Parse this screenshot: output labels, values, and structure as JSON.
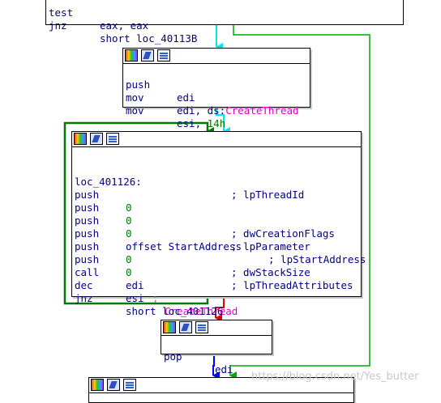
{
  "blocks": {
    "b0": {
      "lines": [
        {
          "mn": "test",
          "op": "eax, eax"
        },
        {
          "mn": "jnz",
          "op": "short loc_40113B"
        }
      ]
    },
    "b1": {
      "l1": {
        "mn": "push",
        "op": "edi"
      },
      "l2": {
        "mn": "mov",
        "op1": "edi, ds:",
        "op2": "CreateThread"
      },
      "l3": {
        "mn": "mov",
        "op1": "esi, ",
        "op2": "14h"
      }
    },
    "b2": {
      "label": "loc_401126:",
      "label_comment": "; lpThreadId",
      "rows": [
        {
          "mn": "push",
          "op": "0",
          "cm": ""
        },
        {
          "mn": "push",
          "op": "0",
          "cm": "; dwCreationFlags"
        },
        {
          "mn": "push",
          "op": "0",
          "cm": "; lpParameter"
        },
        {
          "mn": "push",
          "op": "offset StartAddress",
          "cm": "; lpStartAddress"
        },
        {
          "mn": "push",
          "op": "0",
          "cm": "; dwStackSize"
        },
        {
          "mn": "push",
          "op": "0",
          "cm": "; lpThreadAttributes"
        }
      ],
      "call": {
        "mn": "call",
        "op": "edi",
        "sep": ";",
        "fn": "CreateThread"
      },
      "dec": {
        "mn": "dec",
        "op": "esi"
      },
      "jnz": {
        "mn": "jnz",
        "op": "short loc_401126"
      }
    },
    "b3": {
      "mn": "pop",
      "op": "edi"
    }
  },
  "icons": [
    "color-palette-icon",
    "edit-node-icon",
    "graph-overview-icon"
  ],
  "colors": {
    "text": "#000080",
    "symbol": "#e000c8",
    "immediate": "#007a00",
    "edge_next": "#00e5f0",
    "edge_true": "#00aa00",
    "edge_false": "#e00000",
    "edge_uncond": "#0000ff",
    "edge_loop": "#007a00"
  },
  "watermark": "https://blog.csdn.net/Yes_butter"
}
